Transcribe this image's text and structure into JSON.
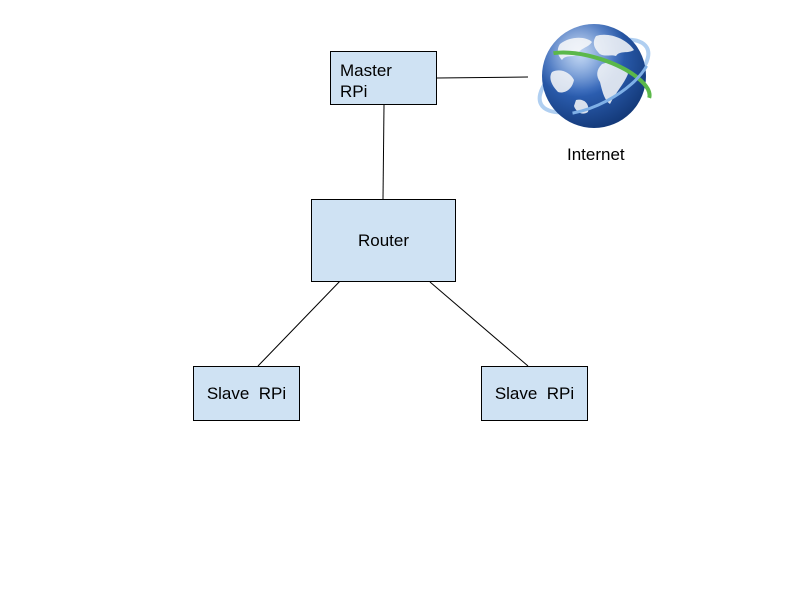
{
  "nodes": {
    "master": "Master RPi",
    "router": "Router",
    "slave_left": "Slave  RPi",
    "slave_right": "Slave  RPi"
  },
  "internet": {
    "label": "Internet",
    "icon": "globe-icon"
  },
  "edges": [
    {
      "from": "master",
      "to": "internet"
    },
    {
      "from": "master",
      "to": "router"
    },
    {
      "from": "router",
      "to": "slave_left"
    },
    {
      "from": "router",
      "to": "slave_right"
    }
  ],
  "colors": {
    "box_fill": "#cfe2f3",
    "box_border": "#000000",
    "wire": "#000000",
    "globe_ocean": "#2f63b8",
    "globe_land": "#e9edf3",
    "orbit_green": "#5bb84a",
    "orbit_blue": "#7fb0e6"
  }
}
